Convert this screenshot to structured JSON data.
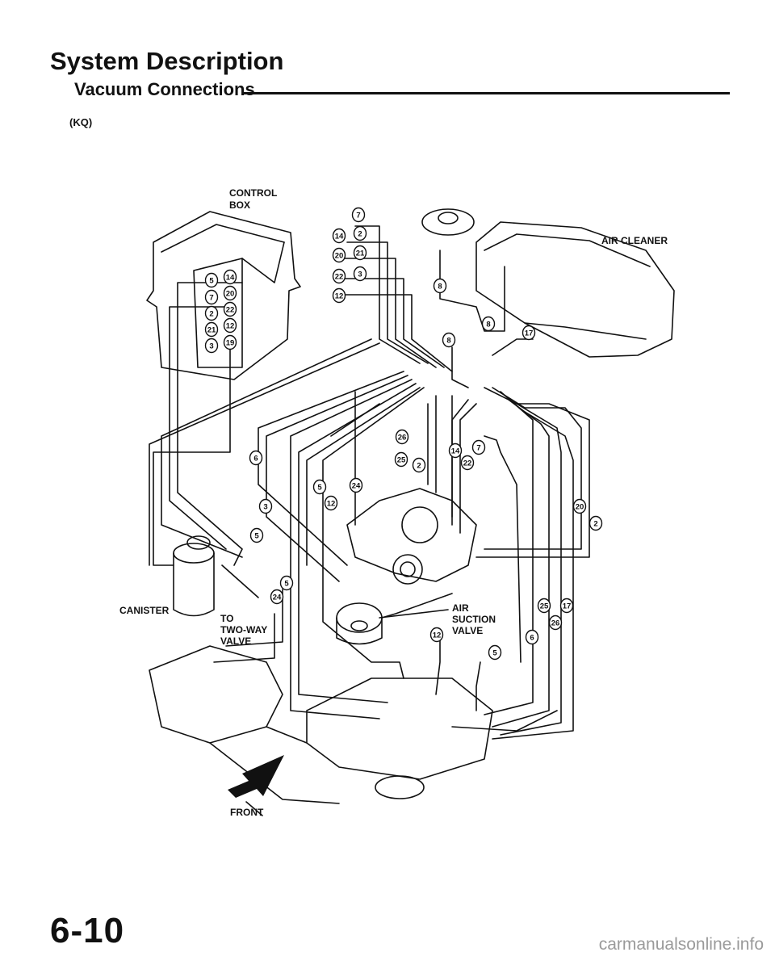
{
  "header": {
    "title": "System Description",
    "subtitle": "Vacuum Connections",
    "variant": "(KQ)"
  },
  "diagram": {
    "labels": {
      "control_box_1": "CONTROL",
      "control_box_2": "BOX",
      "air_cleaner": "AIR CLEANER",
      "canister": "CANISTER",
      "to_1": "TO",
      "to_2": "TWO-WAY",
      "to_3": "VALVE",
      "air_suction_1": "AIR",
      "air_suction_2": "SUCTION",
      "air_suction_3": "VALVE",
      "front": "FRONT"
    },
    "hose_numbers": [
      "7",
      "14",
      "2",
      "20",
      "21",
      "22",
      "3",
      "12",
      "8",
      "8",
      "8",
      "17",
      "5",
      "14",
      "7",
      "20",
      "2",
      "22",
      "21",
      "12",
      "3",
      "19",
      "6",
      "3",
      "5",
      "5",
      "24",
      "12",
      "25",
      "26",
      "2",
      "14",
      "7",
      "22",
      "20",
      "2",
      "5",
      "24",
      "25",
      "17",
      "26",
      "6",
      "5",
      "12"
    ]
  },
  "footer": {
    "page_number": "6-10",
    "watermark": "carmanualsonline.info"
  }
}
